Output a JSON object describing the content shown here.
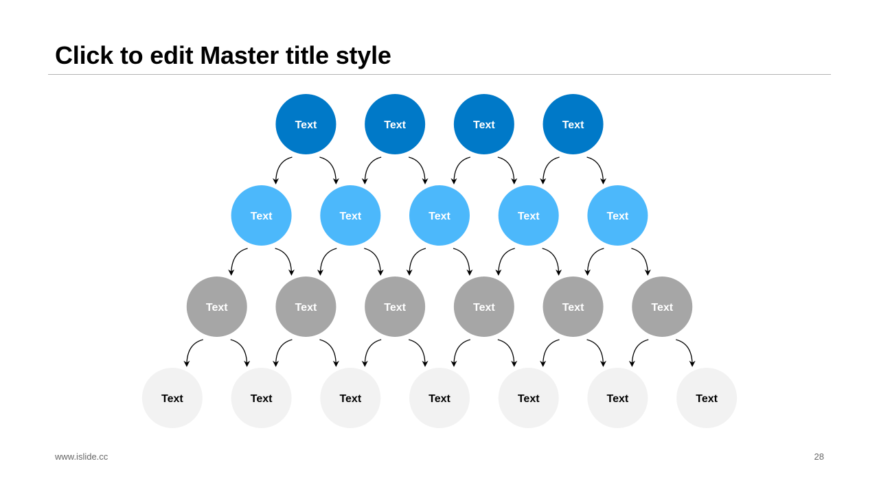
{
  "slide": {
    "title": "Click to edit Master title style",
    "footer_url": "www.islide.cc",
    "page_number": "28"
  },
  "diagram": {
    "type": "binary-pyramid",
    "colors": {
      "row_fill": [
        "#0079c8",
        "#4cb8fb",
        "#a6a6a6",
        "#f2f2f2"
      ],
      "row_text": [
        "#ffffff",
        "#ffffff",
        "#ffffff",
        "#000000"
      ],
      "arrow": "#000000"
    },
    "rows": [
      {
        "nodes": [
          "Text",
          "Text",
          "Text",
          "Text"
        ]
      },
      {
        "nodes": [
          "Text",
          "Text",
          "Text",
          "Text",
          "Text"
        ]
      },
      {
        "nodes": [
          "Text",
          "Text",
          "Text",
          "Text",
          "Text",
          "Text"
        ]
      },
      {
        "nodes": [
          "Text",
          "Text",
          "Text",
          "Text",
          "Text",
          "Text",
          "Text"
        ]
      }
    ]
  }
}
